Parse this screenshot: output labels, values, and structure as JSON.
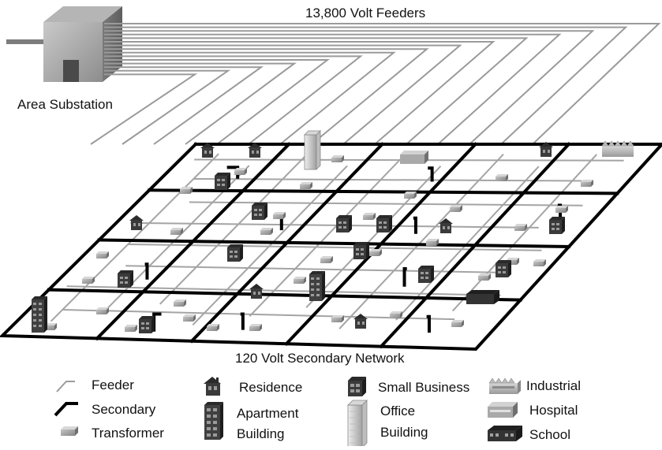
{
  "diagram": {
    "feeders_label": "13,800 Volt Feeders",
    "substation_label": "Area Substation",
    "network_label": "120 Volt Secondary Network"
  },
  "legend": {
    "feeder": "Feeder",
    "secondary": "Secondary",
    "transformer": "Transformer",
    "residence": "Residence",
    "apartment_line1": "Apartment",
    "apartment_line2": "Building",
    "small_business": "Small Business",
    "office_line1": "Office",
    "office_line2": "Building",
    "industrial": "Industrial",
    "hospital": "Hospital",
    "school": "School"
  },
  "colors": {
    "feeder": "#9a9a9a",
    "secondary": "#000000",
    "transformer": "#9c9c9c",
    "building_dark": "#2a2a2a",
    "substation": "#8c8c8c"
  }
}
